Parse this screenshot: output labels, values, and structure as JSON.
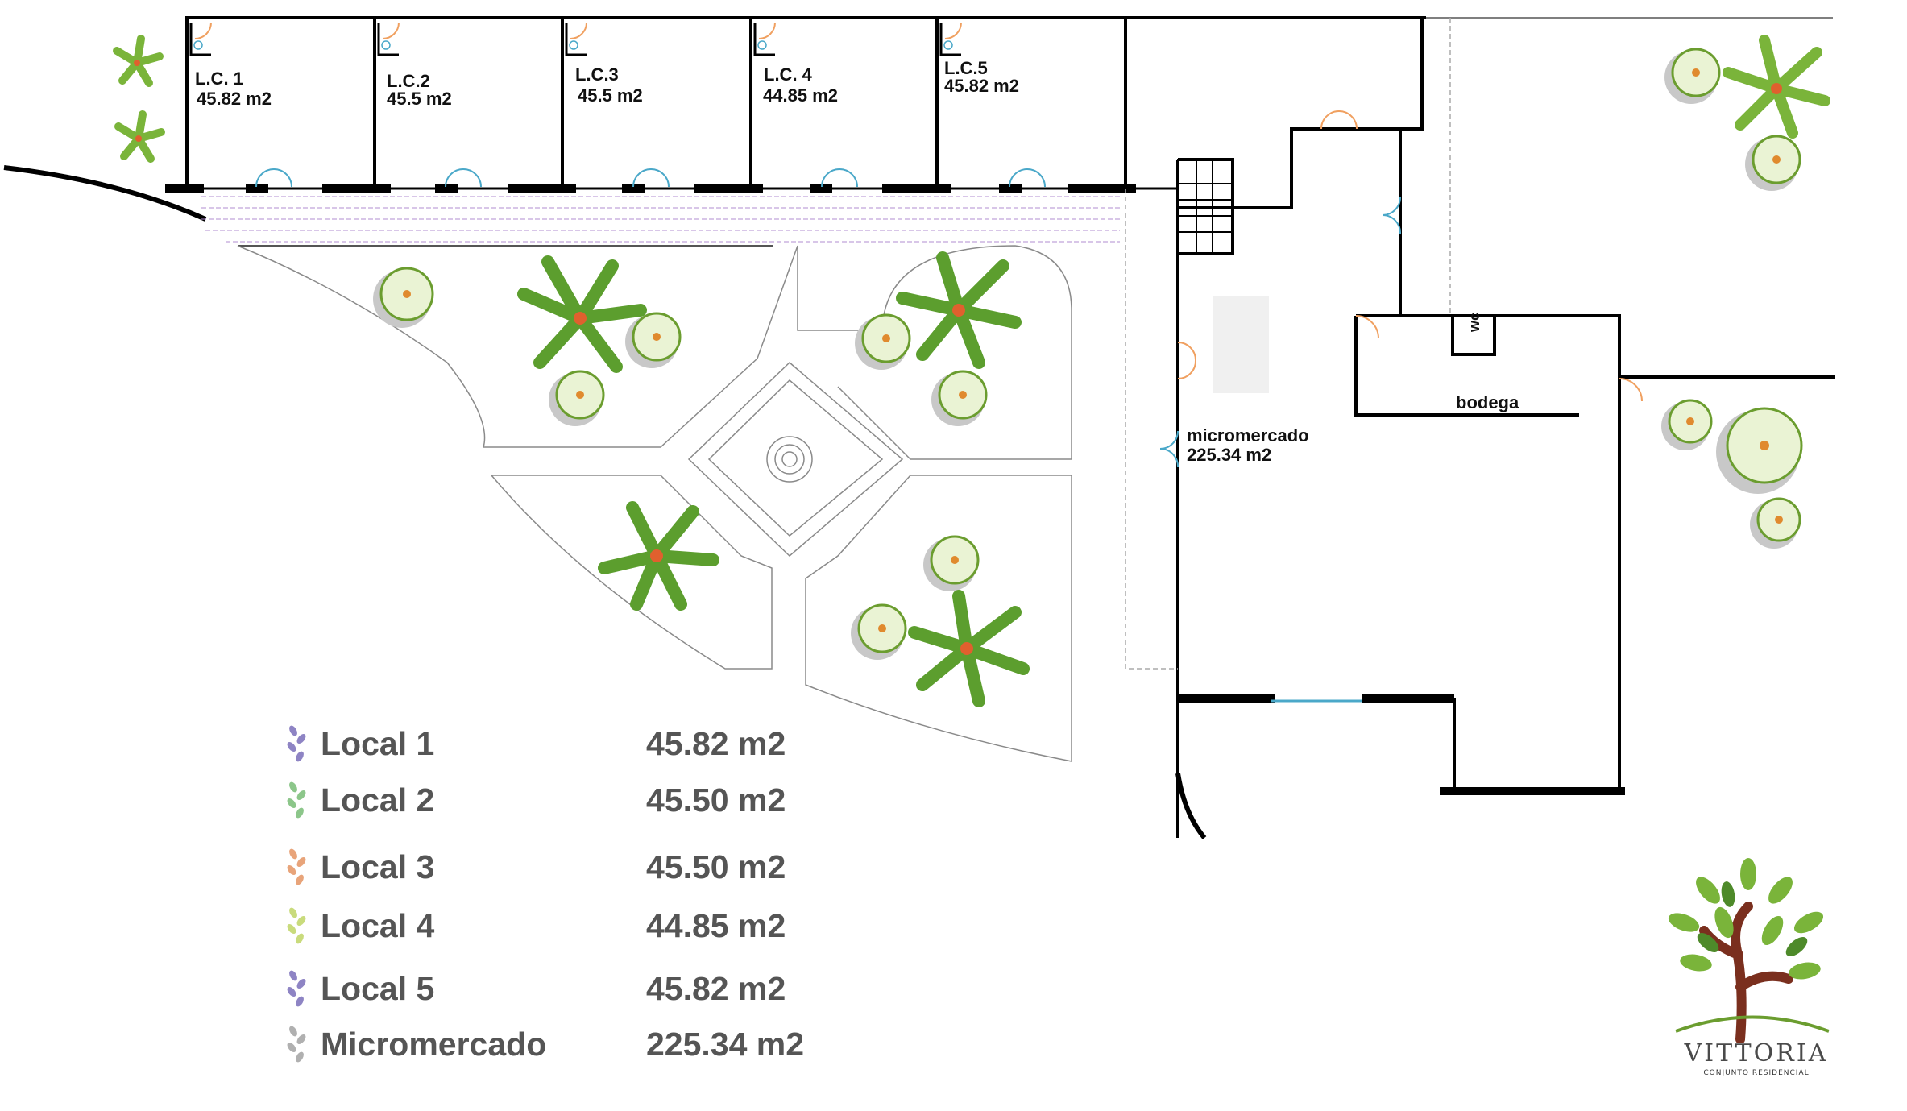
{
  "units": [
    {
      "code": "L.C. 1",
      "area": "45.82 m2"
    },
    {
      "code": "L.C.2",
      "area": "45.5 m2"
    },
    {
      "code": "L.C.3",
      "area": "45.5 m2"
    },
    {
      "code": "L.C. 4",
      "area": "44.85 m2"
    },
    {
      "code": "L.C.5",
      "area": "45.82 m2"
    }
  ],
  "micromercado": {
    "name": "micromercado",
    "area": "225.34 m2"
  },
  "bodega": "bodega",
  "wc": "wc",
  "legend": [
    {
      "name": "Local 1",
      "area": "45.82  m2",
      "color": "#8e84c4"
    },
    {
      "name": "Local 2",
      "area": "45.50  m2",
      "color": "#8cc68a"
    },
    {
      "name": "Local 3",
      "area": "45.50  m2",
      "color": "#e8a47a"
    },
    {
      "name": "Local 4",
      "area": "44.85  m2",
      "color": "#c9db7c"
    },
    {
      "name": "Local 5",
      "area": "45.82  m2",
      "color": "#8e84c4"
    },
    {
      "name": "Micromercado",
      "area": "225.34  m2",
      "color": "#b0b0b0"
    }
  ],
  "brand": {
    "name": "VITTORIA",
    "tagline": "CONJUNTO RESIDENCIAL"
  },
  "colors": {
    "wall": "#000000",
    "door": "#4aa8c9",
    "door_alt": "#f0a060",
    "plant": "#5c9e2e",
    "path": "#b08cd0"
  }
}
